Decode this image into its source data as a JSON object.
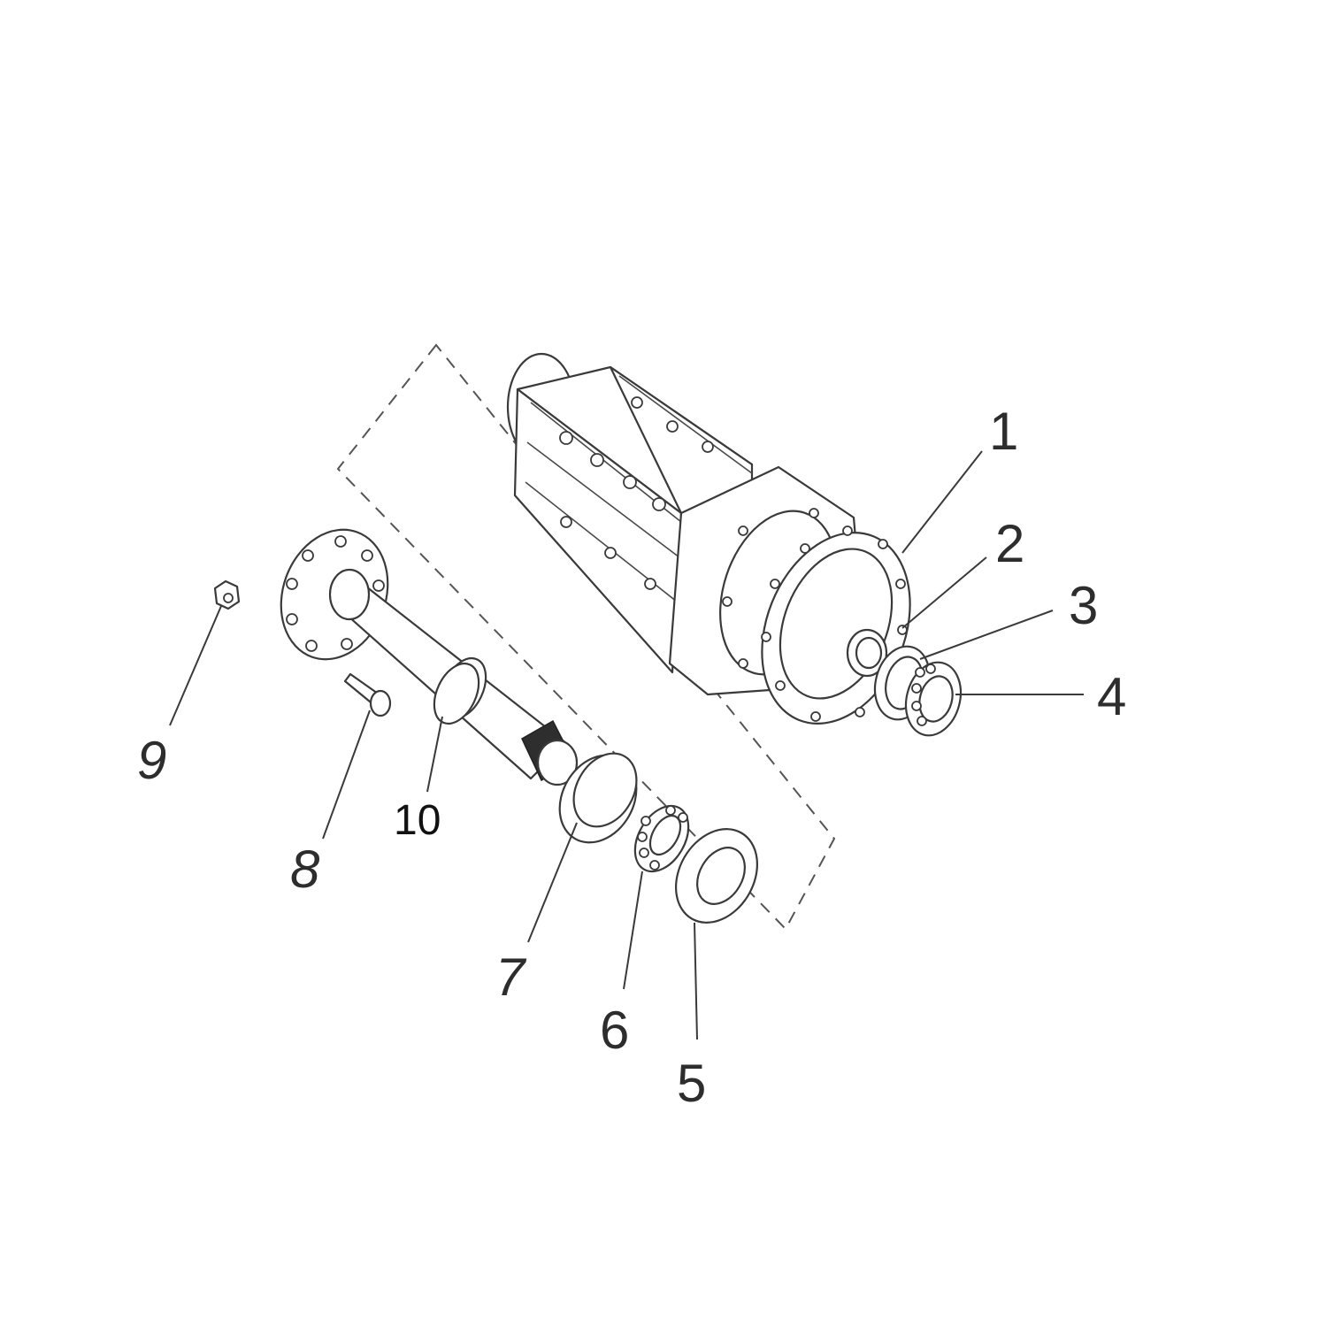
{
  "callouts": [
    {
      "id": "1",
      "text": "1"
    },
    {
      "id": "2",
      "text": "2"
    },
    {
      "id": "3",
      "text": "3"
    },
    {
      "id": "4",
      "text": "4"
    },
    {
      "id": "5",
      "text": "5"
    },
    {
      "id": "6",
      "text": "6"
    },
    {
      "id": "7",
      "text": "7"
    },
    {
      "id": "8",
      "text": "8"
    },
    {
      "id": "9",
      "text": "9"
    },
    {
      "id": "10",
      "text": "10"
    }
  ],
  "parts": [
    {
      "callout": "1",
      "icon": "axle-housing-icon"
    },
    {
      "callout": "2",
      "icon": "oil-seal-icon"
    },
    {
      "callout": "3",
      "icon": "bearing-cup-icon"
    },
    {
      "callout": "4",
      "icon": "tapered-roller-bearing-icon"
    },
    {
      "callout": "5",
      "icon": "outer-seal-icon"
    },
    {
      "callout": "6",
      "icon": "tapered-roller-bearing-icon"
    },
    {
      "callout": "7",
      "icon": "bearing-race-icon"
    },
    {
      "callout": "8",
      "icon": "wheel-stud-icon"
    },
    {
      "callout": "9",
      "icon": "lug-nut-icon"
    },
    {
      "callout": "10",
      "icon": "axle-shaft-icon"
    }
  ]
}
